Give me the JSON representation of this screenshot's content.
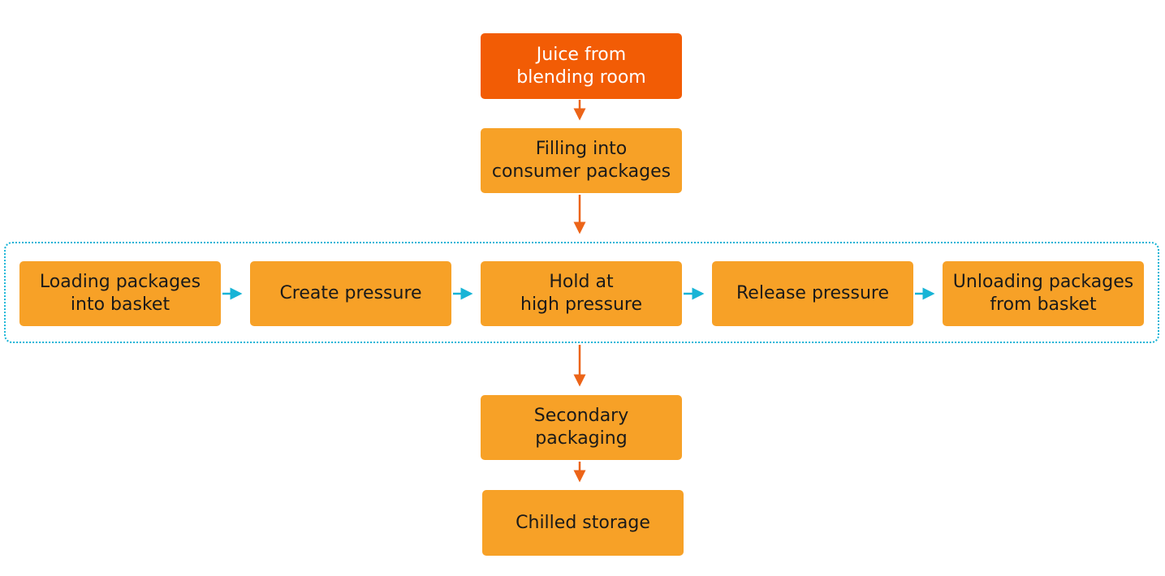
{
  "nodes": {
    "juice": "Juice from\nblending room",
    "filling": "Filling into\nconsumer packages",
    "loading": "Loading packages\ninto basket",
    "create_pressure": "Create pressure",
    "hold": "Hold at\nhigh pressure",
    "release": "Release pressure",
    "unloading": "Unloading packages\nfrom basket",
    "secondary": "Secondary\npackaging",
    "chilled": "Chilled storage"
  },
  "colors": {
    "primary_fill": "#f25c05",
    "step_fill": "#f7a127",
    "vertical_arrow": "#ec6418",
    "horizontal_arrow": "#18b4d6",
    "group_border": "#18b4d6"
  }
}
